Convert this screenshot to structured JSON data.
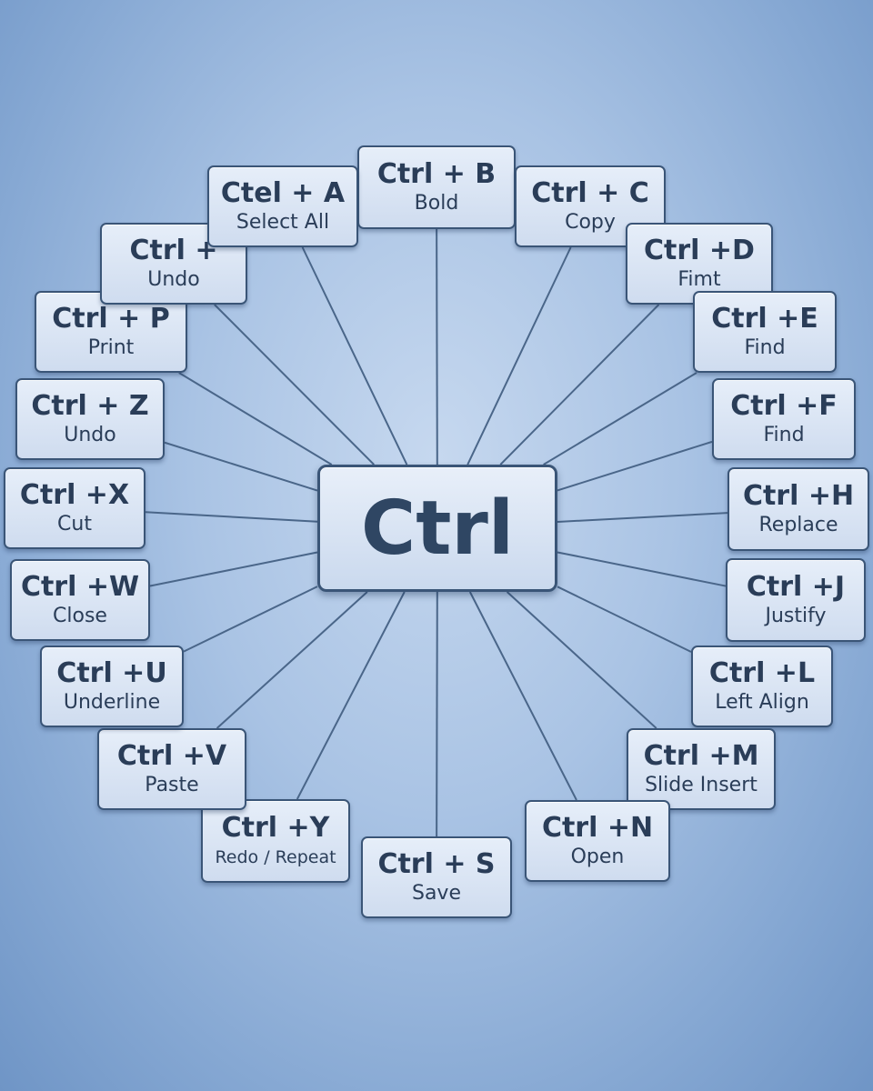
{
  "center": {
    "label": "Ctrl"
  },
  "shortcuts": [
    {
      "id": "ctrl-b",
      "combo": "Ctrl + B",
      "action": "Bold"
    },
    {
      "id": "ctrl-c",
      "combo": "Ctrl + C",
      "action": "Copy"
    },
    {
      "id": "ctrl-d",
      "combo": "Ctrl +D",
      "action": "Fimt"
    },
    {
      "id": "ctrl-e",
      "combo": "Ctrl +E",
      "action": "Find"
    },
    {
      "id": "ctrl-f",
      "combo": "Ctrl +F",
      "action": "Find"
    },
    {
      "id": "ctrl-h",
      "combo": "Ctrl +H",
      "action": "Replace"
    },
    {
      "id": "ctrl-j",
      "combo": "Ctrl +J",
      "action": "Justify"
    },
    {
      "id": "ctrl-l",
      "combo": "Ctrl +L",
      "action": "Left Align"
    },
    {
      "id": "ctrl-m",
      "combo": "Ctrl +M",
      "action": "Slide Insert"
    },
    {
      "id": "ctrl-n",
      "combo": "Ctrl +N",
      "action": "Open"
    },
    {
      "id": "ctrl-s",
      "combo": "Ctrl + S",
      "action": "Save"
    },
    {
      "id": "ctrl-y",
      "combo": "Ctrl +Y",
      "action": "Redo / Repeat"
    },
    {
      "id": "ctrl-v",
      "combo": "Ctrl +V",
      "action": "Paste"
    },
    {
      "id": "ctrl-u",
      "combo": "Ctrl +U",
      "action": "Underline"
    },
    {
      "id": "ctrl-w",
      "combo": "Ctrl +W",
      "action": "Close"
    },
    {
      "id": "ctrl-x",
      "combo": "Ctrl +X",
      "action": "Cut"
    },
    {
      "id": "ctrl-z",
      "combo": "Ctrl + Z",
      "action": "Undo"
    },
    {
      "id": "ctrl-p",
      "combo": "Ctrl + P",
      "action": "Print"
    },
    {
      "id": "ctrl-blank",
      "combo": "Ctrl +",
      "action": "Undo"
    },
    {
      "id": "ctel-a",
      "combo": "Ctel + A",
      "action": "Select All"
    }
  ]
}
